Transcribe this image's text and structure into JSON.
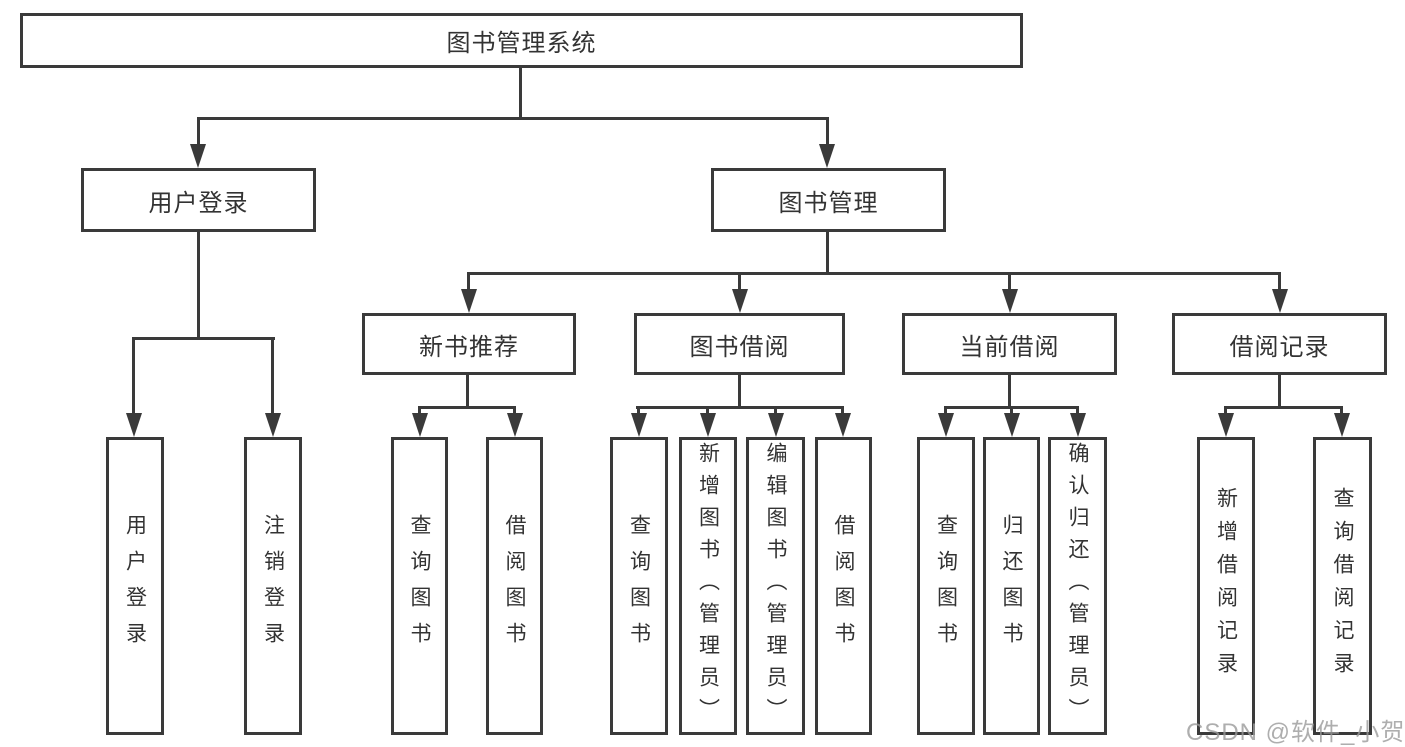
{
  "tree": {
    "label": "图书管理系统",
    "children": [
      {
        "label": "用户登录",
        "children": [
          {
            "label": "用户登录"
          },
          {
            "label": "注销登录"
          }
        ]
      },
      {
        "label": "图书管理",
        "children": [
          {
            "label": "新书推荐",
            "children": [
              {
                "label": "查询图书"
              },
              {
                "label": "借阅图书"
              }
            ]
          },
          {
            "label": "图书借阅",
            "children": [
              {
                "label": "查询图书"
              },
              {
                "label": "新增图书（管理员）"
              },
              {
                "label": "编辑图书（管理员）"
              },
              {
                "label": "借阅图书"
              }
            ]
          },
          {
            "label": "当前借阅",
            "children": [
              {
                "label": "查询图书"
              },
              {
                "label": "归还图书"
              },
              {
                "label": "确认归还（管理员）"
              }
            ]
          },
          {
            "label": "借阅记录",
            "children": [
              {
                "label": "新增借阅记录"
              },
              {
                "label": "查询借阅记录"
              }
            ]
          }
        ]
      }
    ]
  },
  "watermark": {
    "text": "CSDN @软件_小贺同学"
  },
  "colors": {
    "line": "#3a3a3a",
    "text": "#333333",
    "background": "#ffffff",
    "watermark": "#9a9a9a"
  }
}
